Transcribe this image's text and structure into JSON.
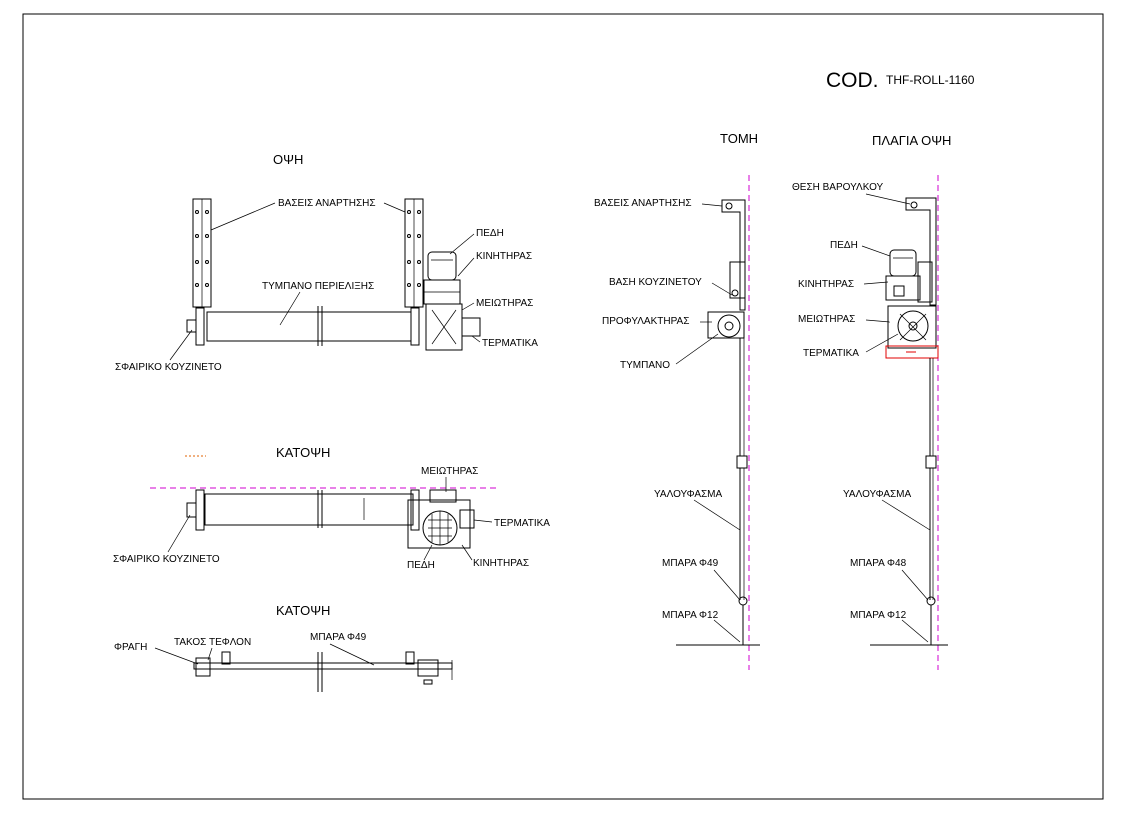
{
  "drawing_code": {
    "prefix": "COD.",
    "value": "THF-ROLL-1160"
  },
  "views": {
    "opsi": {
      "title": "ΟΨΗ",
      "labels": {
        "vaseis": "ΒΑΣΕΙΣ ΑΝΑΡΤΗΣΗΣ",
        "pedi": "ΠΕΔΗ",
        "kinitiras": "ΚΙΝΗΤΗΡΑΣ",
        "tympano": "ΤΥΜΠΑΝΟ ΠΕΡΙΕΛΙΞΗΣ",
        "meiotiras": "ΜΕΙΩΤΗΡΑΣ",
        "termatika": "ΤΕΡΜΑΤΙΚΑ",
        "sfairiko": "ΣΦΑΙΡΙΚΟ ΚΟΥΖΙΝΕΤΟ"
      }
    },
    "katopsi1": {
      "title": "ΚΑΤΟΨΗ",
      "labels": {
        "meiotiras": "ΜΕΙΩΤΗΡΑΣ",
        "termatika": "ΤΕΡΜΑΤΙΚΑ",
        "sfairiko": "ΣΦΑΙΡΙΚΟ ΚΟΥΖΙΝΕΤΟ",
        "pedi": "ΠΕΔΗ",
        "kinitiras": "ΚΙΝΗΤΗΡΑΣ"
      }
    },
    "katopsi2": {
      "title": "ΚΑΤΟΨΗ",
      "labels": {
        "fragi": "ΦΡΑΓΗ",
        "takos": "ΤΑΚΟΣ ΤΕΦΛΟΝ",
        "mpara49": "ΜΠΑΡΑ Φ49"
      }
    },
    "tomi": {
      "title": "ΤΟΜΗ",
      "labels": {
        "vaseis": "ΒΑΣΕΙΣ ΑΝΑΡΤΗΣΗΣ",
        "vasi_kouzinetou": "ΒΑΣΗ ΚΟΥΖΙΝΕΤΟΥ",
        "profylaktiras": "ΠΡΟΦΥΛΑΚΤΗΡΑΣ",
        "tympano": "ΤΥΜΠΑΝΟ",
        "yaloyfasma": "ΥΑΛΟΥΦΑΣΜΑ",
        "mpara49": "ΜΠΑΡΑ Φ49",
        "mpara12": "ΜΠΑΡΑ Φ12"
      }
    },
    "plagia": {
      "title": "ΠΛΑΓΙΑ ΟΨΗ",
      "labels": {
        "thesi": "ΘΕΣΗ ΒΑΡΟΥΛΚΟΥ",
        "pedi": "ΠΕΔΗ",
        "kinitiras": "ΚΙΝΗΤΗΡΑΣ",
        "meiotiras": "ΜΕΙΩΤΗΡΑΣ",
        "termatika": "ΤΕΡΜΑΤΙΚΑ",
        "yaloyfasma": "ΥΑΛΟΥΦΑΣΜΑ",
        "mpara48": "ΜΠΑΡΑ Φ48",
        "mpara12": "ΜΠΑΡΑ Φ12"
      }
    }
  },
  "colors": {
    "line": "#000000",
    "centerline": "#d000d0",
    "highlight": "#e00000"
  }
}
